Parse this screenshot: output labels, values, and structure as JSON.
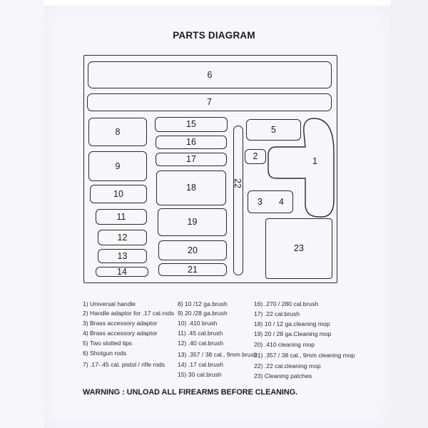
{
  "title": "PARTS DIAGRAM",
  "parts": {
    "p1": "1",
    "p2": "2",
    "p3": "3",
    "p4": "4",
    "p5": "5",
    "p6": "6",
    "p7": "7",
    "p8": "8",
    "p9": "9",
    "p10": "10",
    "p11": "11",
    "p12": "12",
    "p13": "13",
    "p14": "14",
    "p15": "15",
    "p16": "16",
    "p17": "17",
    "p18": "18",
    "p19": "19",
    "p20": "20",
    "p21": "21",
    "p22": "22",
    "p23": "23"
  },
  "legend": {
    "col1": [
      "1)   Universal handle",
      "2)   Handle adaptor for .17 cal.rods",
      "3)   Brass accessory adaptor",
      "4)   Brass accessory adaptor",
      "5)   Two slotted tips",
      "6)   Shotgun rods",
      "7)   .17-.45 cal. pistol / rifle rods"
    ],
    "col2": [
      "8)   10 /12 ga.brush",
      "9)   20 /28 ga.brush",
      "10)  .410 brush",
      "11)  .45 cal.brush",
      "12)  .40 cal.brush",
      "13)  .357 / 38 cal., 9mm brush",
      "14)  .17 cal.brush",
      "15)  30 cal.brush"
    ],
    "col3": [
      "16) .270 / 280 cal.brush",
      "17) .22 cal.brush",
      "18) 10 / 12 ga.cleaning mop",
      "19) 20 / 28 ga.Cleaning mop",
      "20) .410 cleaning mop",
      "21) .357 / 38 cal., 9mm cleaning mop",
      "22) .22 cal.cleaning mop",
      "23) Cleaning patches"
    ]
  },
  "warning": "WARNING : UNLOAD ALL FIREARMS BEFORE CLEANING."
}
